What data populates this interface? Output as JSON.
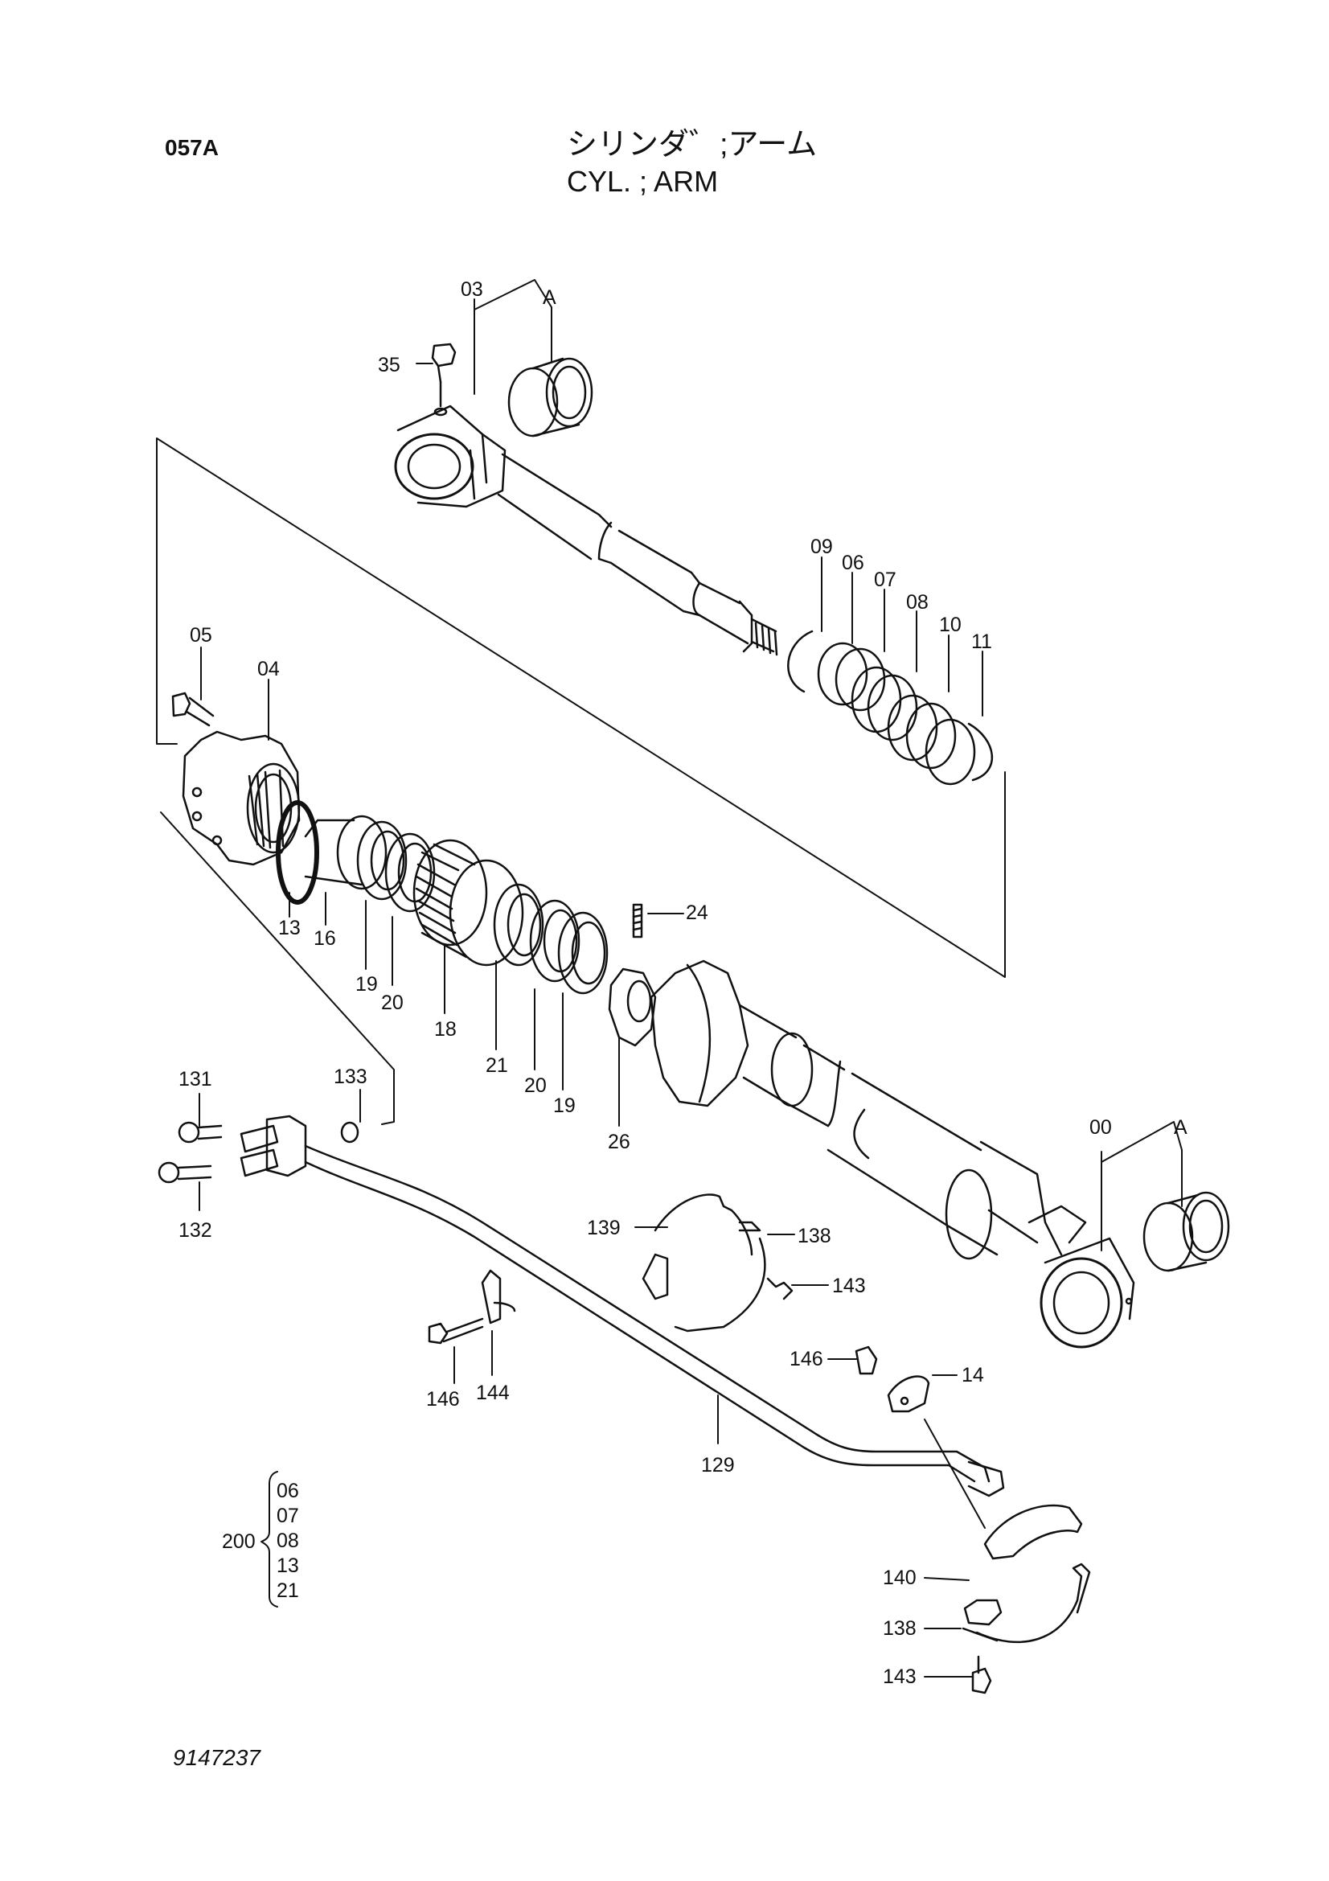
{
  "header": {
    "page_code": "057A",
    "title_jp": "シリンダ゛;アーム",
    "title_en": "CYL. ; ARM"
  },
  "footer": {
    "drawing_number": "9147237"
  },
  "callouts": {
    "p00": "00",
    "p03": "03",
    "pA1": "A",
    "pA2": "A",
    "p04": "04",
    "p05": "05",
    "p06": "06",
    "p07": "07",
    "p08": "08",
    "p09": "09",
    "p10": "10",
    "p11": "11",
    "p13": "13",
    "p14": "14",
    "p16": "16",
    "p18": "18",
    "p19a": "19",
    "p19b": "19",
    "p20a": "20",
    "p20b": "20",
    "p21": "21",
    "p24": "24",
    "p26": "26",
    "p35": "35",
    "p129": "129",
    "p131": "131",
    "p132": "132",
    "p133": "133",
    "p138a": "138",
    "p138b": "138",
    "p139": "139",
    "p140": "140",
    "p143a": "143",
    "p143b": "143",
    "p144": "144",
    "p146a": "146",
    "p146b": "146"
  },
  "kit": {
    "label": "200",
    "items": [
      "06",
      "07",
      "08",
      "13",
      "21"
    ]
  }
}
